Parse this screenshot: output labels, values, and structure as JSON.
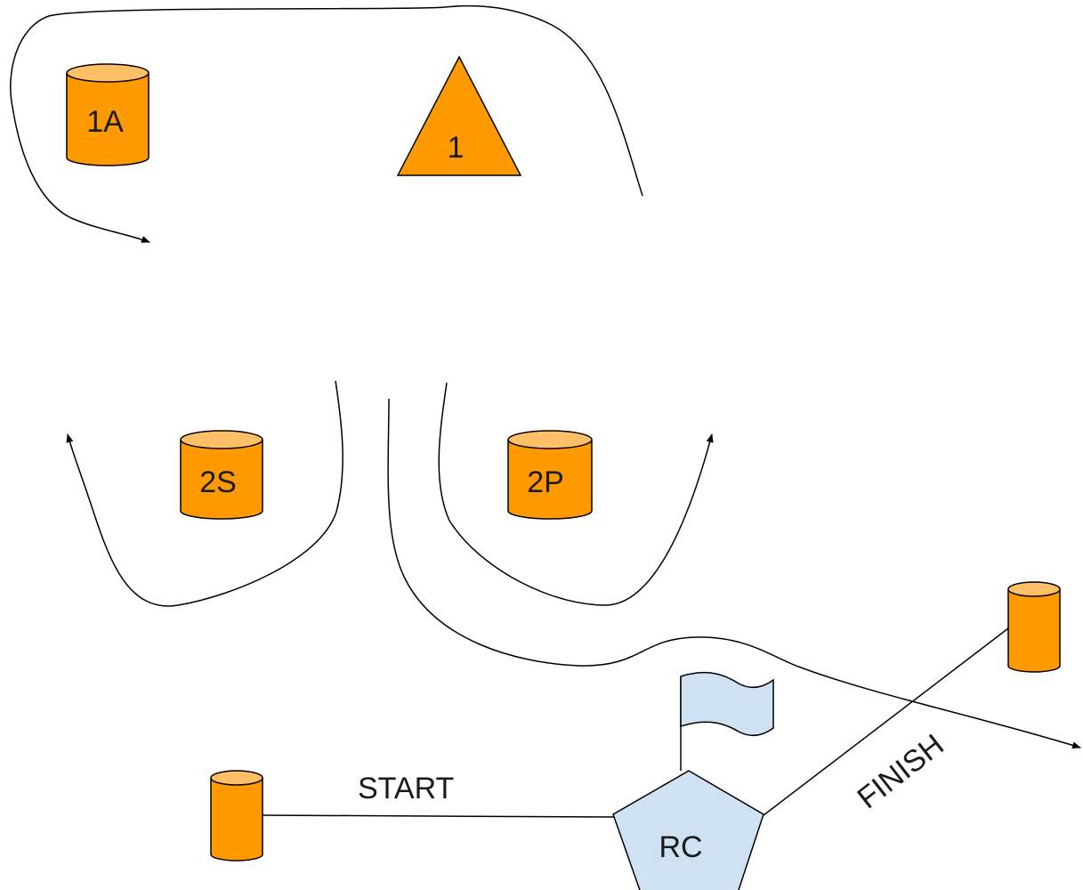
{
  "diagram": {
    "marks": [
      {
        "id": "mark-1",
        "label": "1",
        "shape": "triangle"
      },
      {
        "id": "mark-1a",
        "label": "1A",
        "shape": "cylinder"
      },
      {
        "id": "mark-2s",
        "label": "2S",
        "shape": "cylinder"
      },
      {
        "id": "mark-2p",
        "label": "2P",
        "shape": "cylinder"
      },
      {
        "id": "pin-end",
        "label": "",
        "shape": "cylinder"
      },
      {
        "id": "finish-pin",
        "label": "",
        "shape": "cylinder"
      }
    ],
    "committee_boat": {
      "label": "RC",
      "shape": "pentagon",
      "flag": true
    },
    "lines": {
      "start_label": "START",
      "finish_label": "FINISH"
    },
    "colors": {
      "mark_fill": "#ff9900",
      "mark_top": "#ffbf66",
      "committee_fill": "#cfe2f3",
      "stroke": "#000000"
    }
  }
}
